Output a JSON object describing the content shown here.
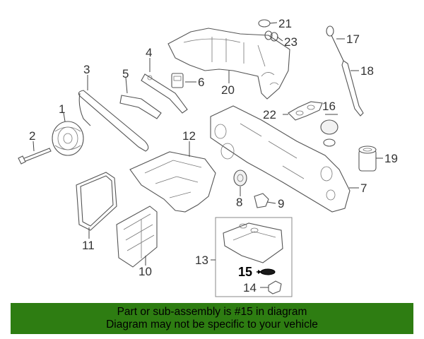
{
  "callouts": {
    "c1": "1",
    "c2": "2",
    "c3": "3",
    "c4": "4",
    "c5": "5",
    "c6": "6",
    "c7": "7",
    "c8": "8",
    "c9": "9",
    "c10": "10",
    "c11": "11",
    "c12": "12",
    "c13": "13",
    "c14": "14",
    "c15": "15",
    "c16": "16",
    "c17": "17",
    "c18": "18",
    "c19": "19",
    "c20": "20",
    "c21": "21",
    "c22": "22",
    "c23": "23"
  },
  "banner": {
    "line1": "Part or sub-assembly is #15 in diagram",
    "line2": "Diagram may not be specific to your vehicle"
  },
  "colors": {
    "banner_bg": "#2e7d12",
    "highlight_part": "#1a1a1a"
  }
}
